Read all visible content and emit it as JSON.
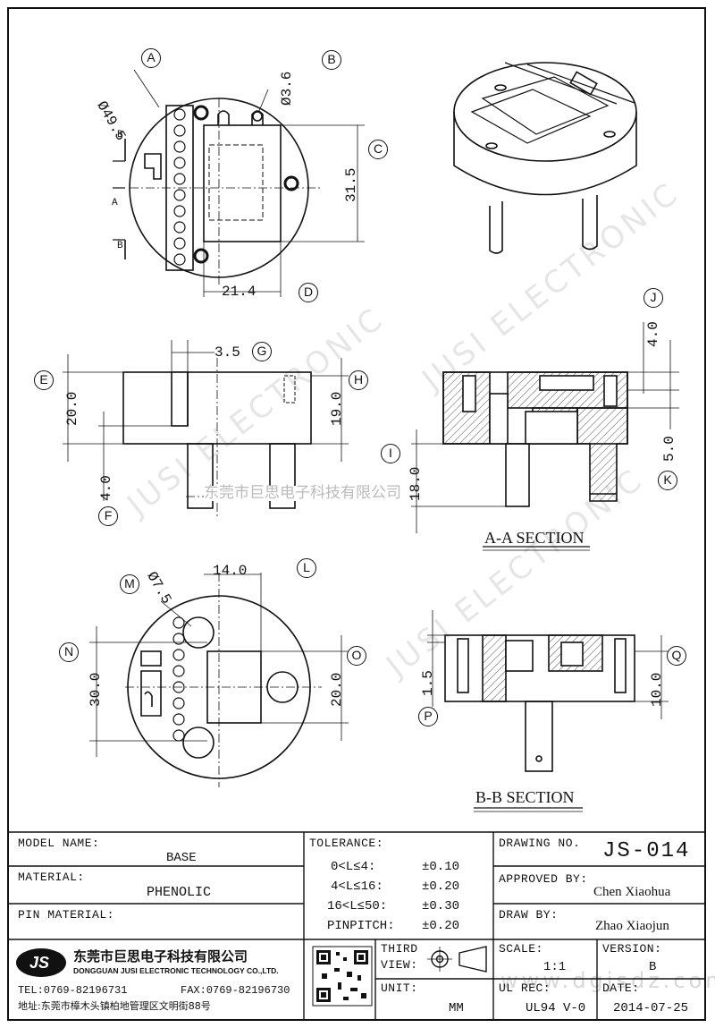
{
  "watermark": {
    "company_cn": "东莞市巨思电子科技有限公司",
    "brand": "JUSI ELECTRONIC",
    "logo": "JS",
    "site": "www.dgjsdz.com"
  },
  "callouts": [
    "A",
    "B",
    "C",
    "D",
    "E",
    "F",
    "G",
    "H",
    "I",
    "J",
    "K",
    "L",
    "M",
    "N",
    "O",
    "P",
    "Q"
  ],
  "dimensions": {
    "dia_main": "Ø49.5",
    "dia_pin": "Ø3.6",
    "c_height": "31.5",
    "d_width": "21.4",
    "g_width": "3.5",
    "e_height": "20.0",
    "h_height": "19.0",
    "f_height": "4.0",
    "i_height": "18.0",
    "j_height": "4.0",
    "k_height": "5.0",
    "l_width": "14.0",
    "m_dia": "Ø7.5",
    "n_height": "30.0",
    "o_height": "20.0",
    "p_height": "1.5",
    "q_height": "10.0"
  },
  "section_marks": {
    "a": "A",
    "b": "B"
  },
  "sections": {
    "aa": "A-A SECTION",
    "bb": "B-B SECTION"
  },
  "title_block": {
    "model_label": "MODEL NAME:",
    "model_value": "BASE",
    "material_label": "MATERIAL:",
    "material_value": "PHENOLIC",
    "pin_material_label": "PIN MATERIAL:",
    "pin_material_value": "",
    "tolerance_label": "TOLERANCE:",
    "tolerances": [
      {
        "range": "0<L≤4:",
        "value": "±0.10"
      },
      {
        "range": "4<L≤16:",
        "value": "±0.20"
      },
      {
        "range": "16<L≤50:",
        "value": "±0.30"
      },
      {
        "range": "PINPITCH:",
        "value": "±0.20"
      }
    ],
    "drawing_no_label": "DRAWING NO.",
    "drawing_no_value": "JS-014",
    "approved_label": "APPROVED BY:",
    "approved_value": "Chen Xiaohua",
    "draw_label": "DRAW BY:",
    "draw_value": "Zhao Xiaojun",
    "company_cn": "东莞市巨思电子科技有限公司",
    "company_en": "DONGGUAN JUSI ELECTRONIC TECHNOLOGY CO.,LTD.",
    "tel": "TEL:0769-82196731",
    "fax": "FAX:0769-82196730",
    "address": "地址:东莞市樟木头镇柏地管理区文明街88号",
    "third_view_label_1": "THIRD",
    "third_view_label_2": "VIEW:",
    "unit_label": "UNIT:",
    "unit_value": "MM",
    "scale_label": "SCALE:",
    "scale_value": "1:1",
    "version_label": "VERSION:",
    "version_value": "B",
    "ul_label": "UL REC:",
    "ul_value": "UL94 V-0",
    "date_label": "DATE:",
    "date_value": "2014-07-25",
    "logo": "JS"
  }
}
